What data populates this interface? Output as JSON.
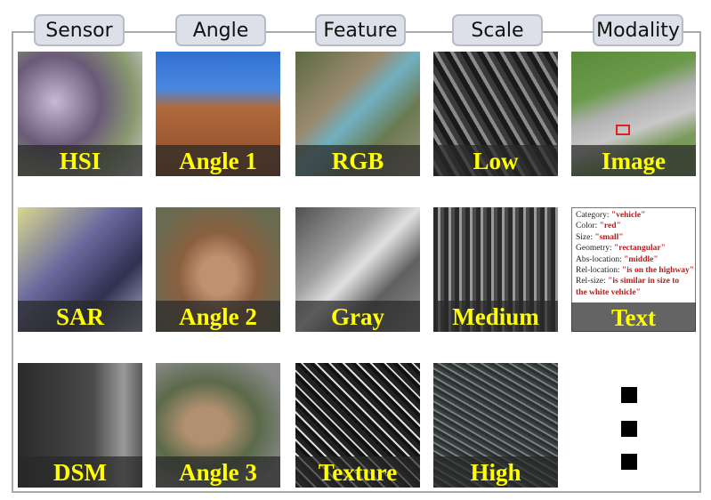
{
  "tabs": [
    "Sensor",
    "Angle",
    "Feature",
    "Scale",
    "Modality"
  ],
  "tiles": [
    [
      "HSI",
      "SAR",
      "DSM"
    ],
    [
      "Angle 1",
      "Angle 2",
      "Angle 3"
    ],
    [
      "RGB",
      "Gray",
      "Texture"
    ],
    [
      "Low",
      "Medium",
      "High"
    ],
    [
      "Image",
      "Text"
    ]
  ],
  "text_panel": [
    {
      "key": "Category: ",
      "value": "\"vehicle\""
    },
    {
      "key": "Color: ",
      "value": "\"red\""
    },
    {
      "key": "Size: ",
      "value": "\"small\""
    },
    {
      "key": "Geometry: ",
      "value": "\"rectangular\""
    },
    {
      "key": "Abs-location: ",
      "value": "\"middle\""
    },
    {
      "key": "Rel-location: ",
      "value": "\"is on the highway\""
    },
    {
      "key": "Rel-size: ",
      "value": "\"is similar in size to the white vehicle\""
    }
  ],
  "colors": {
    "label_text": "#ffff00",
    "tab_bg": "#dde0e8"
  }
}
